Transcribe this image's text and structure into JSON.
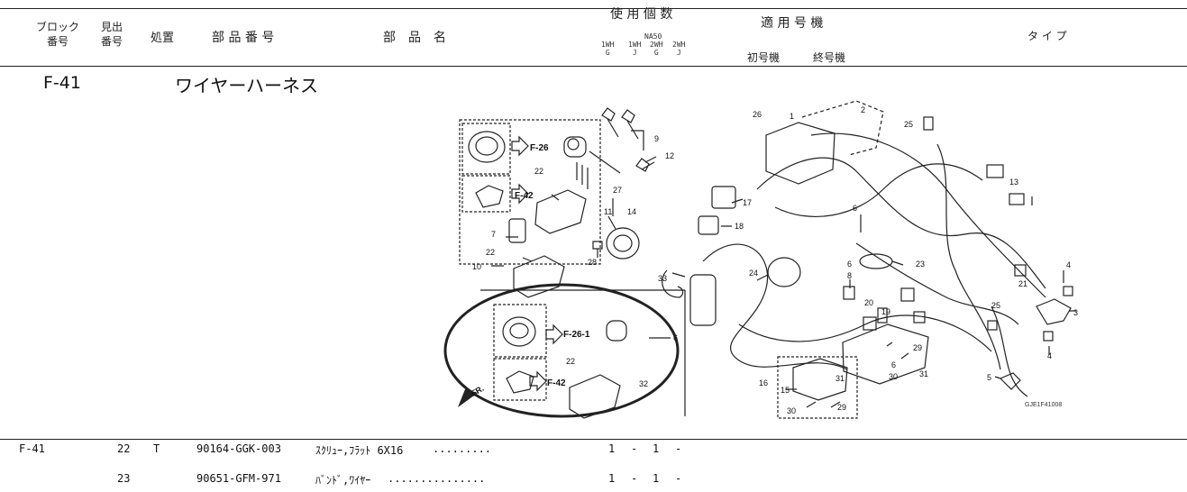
{
  "header": {
    "block_no": [
      "ブロック",
      "番号"
    ],
    "midashi_no": [
      "見出",
      "番号"
    ],
    "shochi": "処置",
    "part_number": "部 品 番 号",
    "part_name": "部　品　名",
    "usage_qty": "使 用 個 数",
    "model_code": "NA50",
    "col_1": [
      "1WH",
      "G"
    ],
    "col_2": [
      "1WH",
      "J"
    ],
    "col_3": [
      "2WH",
      "G"
    ],
    "col_4": [
      "2WH",
      "J"
    ],
    "applicable_frame": "適 用 号 機",
    "first_frame": "初号機",
    "last_frame": "終号機",
    "type": "タ イ プ"
  },
  "section": {
    "code": "F-41",
    "title": "ワイヤーハーネス"
  },
  "diagram": {
    "refs": [
      "F-26",
      "F-42",
      "F-26-1",
      "F-42",
      "FR."
    ],
    "callouts": [
      "1",
      "2",
      "3",
      "4",
      "4",
      "5",
      "6",
      "6",
      "6",
      "6",
      "7",
      "8",
      "9",
      "10",
      "11",
      "12",
      "13",
      "14",
      "15",
      "16",
      "17",
      "18",
      "19",
      "20",
      "21",
      "22",
      "22",
      "22",
      "23",
      "24",
      "25",
      "25",
      "26",
      "27",
      "28",
      "29",
      "29",
      "30",
      "30",
      "31",
      "31",
      "32",
      "33"
    ],
    "code": "GJE1F41008"
  },
  "rows": [
    {
      "block": "F-41",
      "ref": "22",
      "action": "T",
      "part_no": "90164-GGK-003",
      "name": "ｽｸﾘｭｰ,ﾌﾗｯﾄ 6X16",
      "dots": ".........",
      "q1": "1",
      "q2": "-",
      "q3": "1",
      "q4": "-"
    },
    {
      "block": "",
      "ref": "23",
      "action": "",
      "part_no": "90651-GFM-971",
      "name": "ﾊﾞﾝﾄﾞ,ﾜｲﾔｰ",
      "dots": "...............",
      "q1": "1",
      "q2": "-",
      "q3": "1",
      "q4": "-"
    }
  ]
}
